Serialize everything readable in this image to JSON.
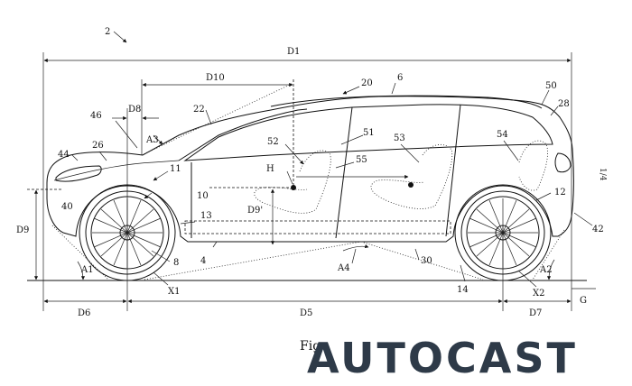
{
  "labels": {
    "fig_ref": "2",
    "d1": "D1",
    "d10": "D10",
    "d8": "D8",
    "a3": "A3",
    "n46": "46",
    "n22": "22",
    "n20": "20",
    "n6": "6",
    "n50": "50",
    "n28": "28",
    "n44": "44",
    "n26": "26",
    "n11": "11",
    "n52": "52",
    "n51": "51",
    "n53": "53",
    "n54": "54",
    "h": "H",
    "n55": "55",
    "n10": "10",
    "n40": "40",
    "n13": "13",
    "d9p": "D9'",
    "n12": "12",
    "d9": "D9",
    "n42": "42",
    "a1": "A1",
    "n8": "8",
    "n4": "4",
    "a4": "A4",
    "n30": "30",
    "a2": "A2",
    "x1": "X1",
    "n14": "14",
    "x2": "X2",
    "g": "G",
    "d6": "D6",
    "d5": "D5",
    "d7": "D7",
    "sheet": "1/4"
  },
  "caption": {
    "fig": "Fig"
  },
  "logo": {
    "text": "AUTOCAST",
    "color": "#2e3a48"
  }
}
